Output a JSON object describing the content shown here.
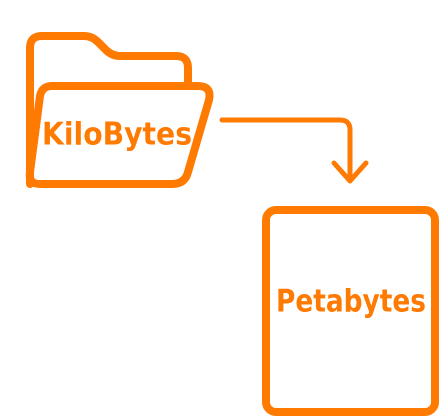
{
  "diagram": {
    "source": {
      "label": "KiloBytes",
      "icon": "folder-icon"
    },
    "target": {
      "label": "Petabytes",
      "icon": "document-icon"
    },
    "connector": "arrow"
  },
  "colors": {
    "accent": "#FF7A00",
    "background": "#FFFFFF"
  }
}
